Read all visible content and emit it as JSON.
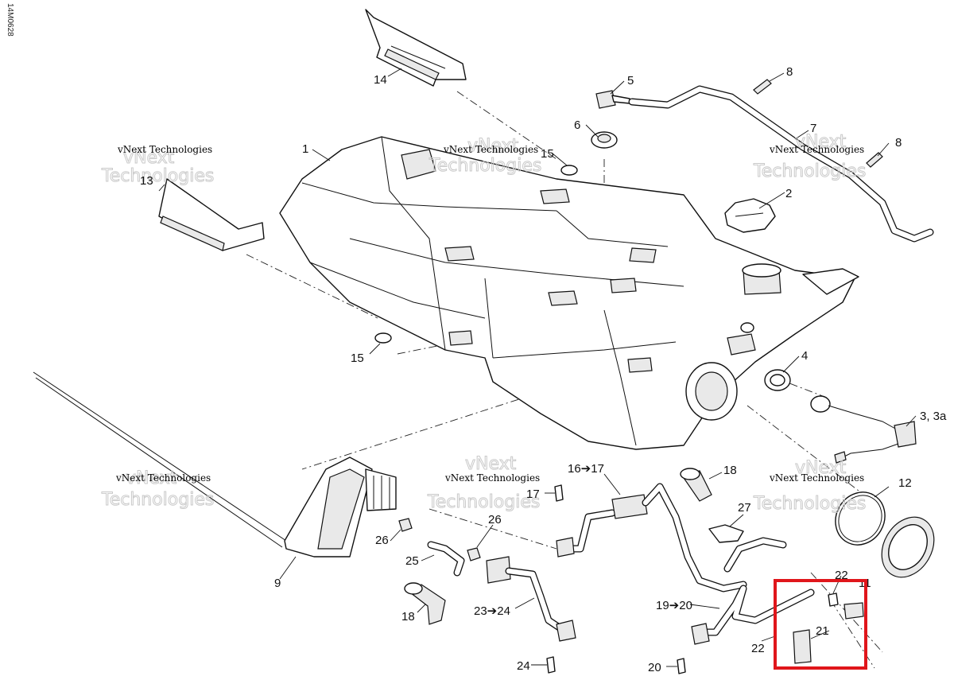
{
  "reference_code": "14M0628",
  "watermark": {
    "small": "vNext Technologies",
    "big_line1": "vNext",
    "big_line2": "Technologies"
  },
  "callouts": [
    {
      "id": "c1",
      "text": "1"
    },
    {
      "id": "c2",
      "text": "2"
    },
    {
      "id": "c3",
      "text": "3, 3a"
    },
    {
      "id": "c4",
      "text": "4"
    },
    {
      "id": "c5",
      "text": "5"
    },
    {
      "id": "c6",
      "text": "6"
    },
    {
      "id": "c7",
      "text": "7"
    },
    {
      "id": "c8a",
      "text": "8"
    },
    {
      "id": "c8b",
      "text": "8"
    },
    {
      "id": "c9",
      "text": "9"
    },
    {
      "id": "c11",
      "text": "11"
    },
    {
      "id": "c12",
      "text": "12"
    },
    {
      "id": "c13",
      "text": "13"
    },
    {
      "id": "c14",
      "text": "14"
    },
    {
      "id": "c15a",
      "text": "15"
    },
    {
      "id": "c15b",
      "text": "15"
    },
    {
      "id": "c1617",
      "text": "16➔17"
    },
    {
      "id": "c17",
      "text": "17"
    },
    {
      "id": "c18a",
      "text": "18"
    },
    {
      "id": "c18b",
      "text": "18"
    },
    {
      "id": "c1920",
      "text": "19➔20"
    },
    {
      "id": "c20",
      "text": "20"
    },
    {
      "id": "c21",
      "text": "21"
    },
    {
      "id": "c22a",
      "text": "22"
    },
    {
      "id": "c22b",
      "text": "22"
    },
    {
      "id": "c2324",
      "text": "23➔24"
    },
    {
      "id": "c24",
      "text": "24"
    },
    {
      "id": "c25",
      "text": "25"
    },
    {
      "id": "c26a",
      "text": "26"
    },
    {
      "id": "c26b",
      "text": "26"
    },
    {
      "id": "c27",
      "text": "27"
    }
  ],
  "highlight_color": "#e0161b"
}
